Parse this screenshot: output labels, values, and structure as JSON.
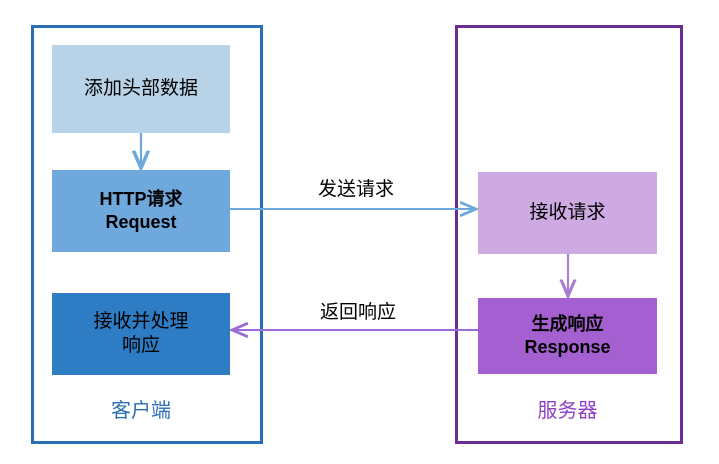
{
  "diagram": {
    "title_visible": false,
    "background": "#ffffff",
    "zones": [
      {
        "id": "client",
        "caption": "客户端",
        "border_color": "#2a6eb5",
        "caption_color": "#2a6eb5",
        "nodes": [
          {
            "id": "add-header",
            "line1": "添加头部数据",
            "line2": "",
            "fill": "#b8d3e8",
            "text_color": "#000000",
            "bold": false
          },
          {
            "id": "http-request",
            "line1": "HTTP请求",
            "line2": "Request",
            "fill": "#6fa8dc",
            "text_color": "#000000",
            "bold": true
          },
          {
            "id": "receive-process",
            "line1": "接收并处理",
            "line2": "响应",
            "fill": "#2e7cc4",
            "text_color": "#000000",
            "bold": false
          }
        ]
      },
      {
        "id": "server",
        "caption": "服务器",
        "border_color": "#6b2d91",
        "caption_color": "#9040c8",
        "nodes": [
          {
            "id": "receive-request",
            "line1": "接收请求",
            "line2": "",
            "fill": "#ceaae3",
            "text_color": "#000000",
            "bold": false
          },
          {
            "id": "generate-response",
            "line1": "生成响应",
            "line2": "Response",
            "fill": "#a45fd0",
            "text_color": "#000000",
            "bold": true
          }
        ]
      }
    ],
    "connectors": [
      {
        "id": "add-header-to-request",
        "label": "",
        "color": "#6fa8dc",
        "direction": "down",
        "from": "add-header",
        "to": "http-request"
      },
      {
        "id": "send-request",
        "label": "发送请求",
        "color": "#6fa8dc",
        "direction": "right",
        "from": "http-request",
        "to": "receive-request"
      },
      {
        "id": "receive-to-generate",
        "label": "",
        "color": "#a87fd0",
        "direction": "down",
        "from": "receive-request",
        "to": "generate-response"
      },
      {
        "id": "return-response",
        "label": "返回响应",
        "color": "#9b6cd8",
        "direction": "left",
        "from": "generate-response",
        "to": "receive-process"
      }
    ]
  }
}
